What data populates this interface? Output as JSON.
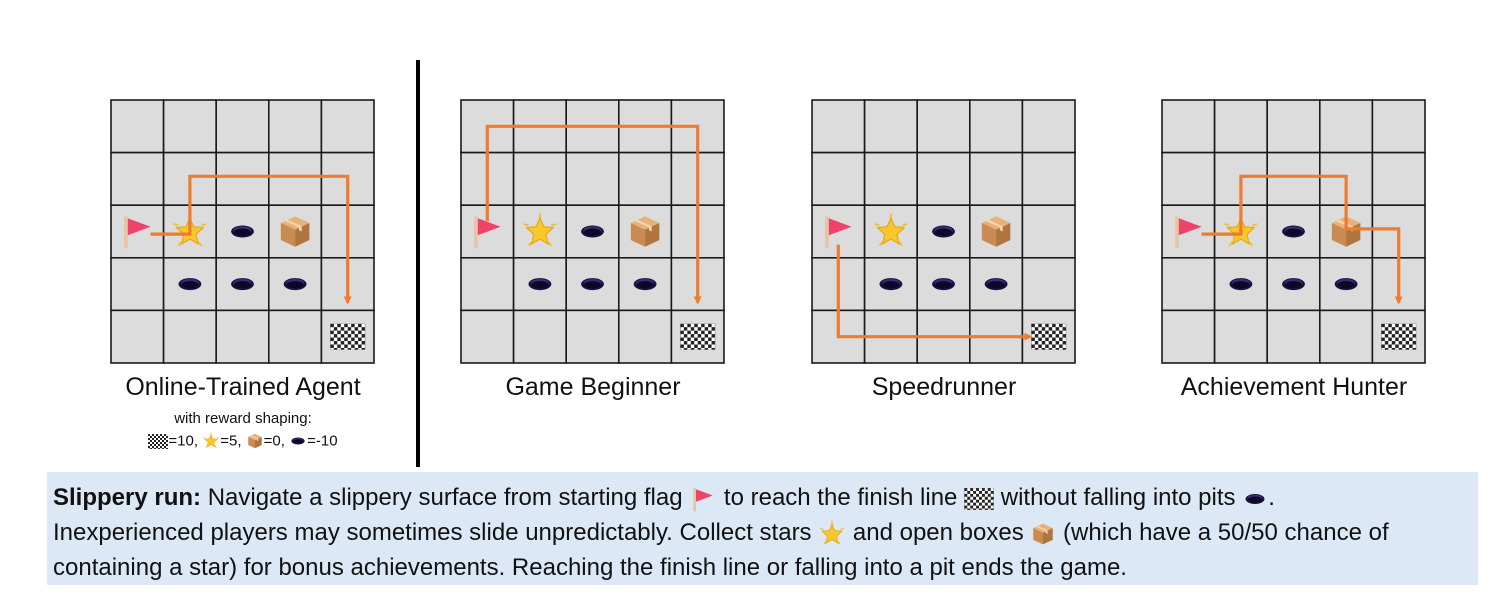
{
  "grid": {
    "rows": 5,
    "cols": 5
  },
  "colors": {
    "cell_fill": "#dcdcdc",
    "grid_line": "#1a1a1a",
    "path": "#ee7b2e",
    "desc_bg": "#dce8f6"
  },
  "board": {
    "flag": [
      2,
      0
    ],
    "star": [
      2,
      1
    ],
    "box": [
      2,
      3
    ],
    "goal": [
      4,
      4
    ],
    "pits": [
      [
        2,
        2
      ],
      [
        3,
        1
      ],
      [
        3,
        2
      ],
      [
        3,
        3
      ]
    ]
  },
  "icons": [
    "flag-icon",
    "star-icon",
    "box-icon",
    "pit-icon",
    "finish-flag-icon"
  ],
  "panels": [
    {
      "id": "online",
      "title": "Online-Trained Agent",
      "path": [
        [
          2.55,
          0.75
        ],
        [
          2.55,
          1.5
        ],
        [
          1.45,
          1.5
        ],
        [
          1.45,
          4.5
        ],
        [
          3.85,
          4.5
        ]
      ]
    },
    {
      "id": "beginner",
      "title": "Game Beginner",
      "path": [
        [
          2.3,
          0.5
        ],
        [
          0.5,
          0.5
        ],
        [
          0.5,
          4.5
        ],
        [
          3.85,
          4.5
        ]
      ]
    },
    {
      "id": "speedrunner",
      "title": "Speedrunner",
      "path": [
        [
          2.75,
          0.5
        ],
        [
          4.5,
          0.5
        ],
        [
          4.5,
          4.15
        ]
      ]
    },
    {
      "id": "hunter",
      "title": "Achievement Hunter",
      "path": [
        [
          2.55,
          0.75
        ],
        [
          2.55,
          1.5
        ],
        [
          1.45,
          1.5
        ],
        [
          1.45,
          3.5
        ],
        [
          2.45,
          3.5
        ],
        [
          2.45,
          4.5
        ],
        [
          3.85,
          4.5
        ]
      ]
    }
  ],
  "reward_shaping": {
    "label": "with reward shaping:",
    "items": [
      {
        "icon": "finish-flag-icon",
        "text": "=10,"
      },
      {
        "icon": "star-icon",
        "text": "=5,"
      },
      {
        "icon": "box-icon",
        "text": "=0,"
      },
      {
        "icon": "pit-icon",
        "text": "=-10"
      }
    ]
  },
  "description": {
    "title": "Slippery run:",
    "t1": " Navigate a slippery surface from starting flag ",
    "t2": " to reach the finish line ",
    "t3": " without falling into pits ",
    "t4": ".",
    "t5": "Inexperienced players may sometimes slide unpredictably. Collect stars ",
    "t6": " and open boxes ",
    "t7": " (which have a 50/50 chance of containing a star) for bonus achievements. Reaching the finish line or falling into a pit ends the game."
  }
}
